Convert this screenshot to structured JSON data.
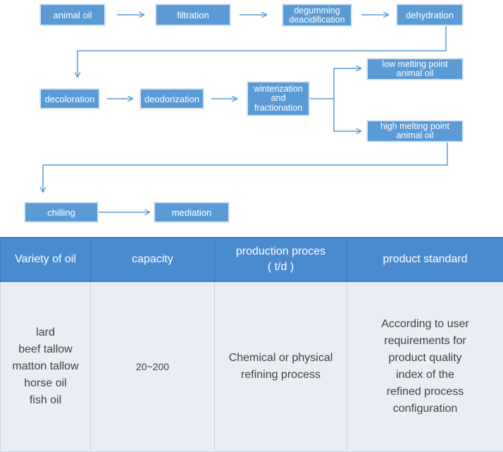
{
  "flow": {
    "steps": {
      "animal_oil": "animal oil",
      "filtration": "filtration",
      "degumming": "degumming\ndeacidification",
      "dehydration": "dehydration",
      "decoloration": "decoloration",
      "deodorization": "deodorization",
      "winterization": "winterization\nand\nfractionation",
      "low_melting": "low melting point\nanimal oil",
      "high_melting": "high melting point\nanimal oil",
      "chilling": "chilling",
      "mediation": "mediation"
    },
    "colors": {
      "box": "#5b9bd5",
      "arrow": "#5b9bd5"
    }
  },
  "table": {
    "headers": {
      "variety": "Variety of oil",
      "capacity": "capacity",
      "production": "production proces\n( t/d )",
      "standard": "product standard"
    },
    "row": {
      "variety": "lard\nbeef tallow\nmatton tallow\nhorse oil\nfish oil",
      "capacity": "20~200",
      "production": "Chemical or physical\nrefining process",
      "standard": "According to user\nrequirements for\nproduct quality\nindex of the\nrefined process\nconfiguration"
    },
    "colors": {
      "header": "#4a8bd0",
      "body": "#e9eef5"
    }
  }
}
